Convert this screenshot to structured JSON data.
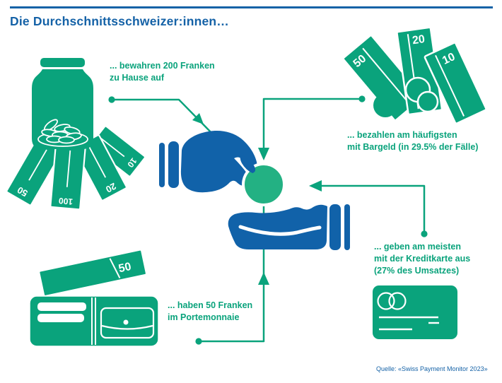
{
  "title": "Die Durchschnittsschweizer:innen…",
  "facts": {
    "home": {
      "line1": "... bewahren 200 Franken",
      "line2": "zu Hause auf"
    },
    "cash": {
      "line1": "... bezahlen am häufigsten",
      "line2": "mit Bargeld (in 29.5% der Fälle)"
    },
    "credit": {
      "line1": "... geben am meisten",
      "line2": "mit der Kreditkarte aus",
      "line3": "(27% des Umsatzes)"
    },
    "wallet": {
      "line1": "... haben 50 Franken",
      "line2": "im Portemonnaie"
    }
  },
  "banknotes": {
    "under_jar": {
      "n1": "10",
      "n2": "20",
      "n3": "50",
      "n4": "100"
    },
    "cash_fan": {
      "n1": "50",
      "n2": "20",
      "n3": "10"
    },
    "wallet_note": "50"
  },
  "source": "Quelle: «Swiss Payment Monitor 2023»",
  "colors": {
    "green": "#0aa37c",
    "coin_green": "#23b183",
    "blue": "#1162a9",
    "title_blue": "#1562a7"
  }
}
